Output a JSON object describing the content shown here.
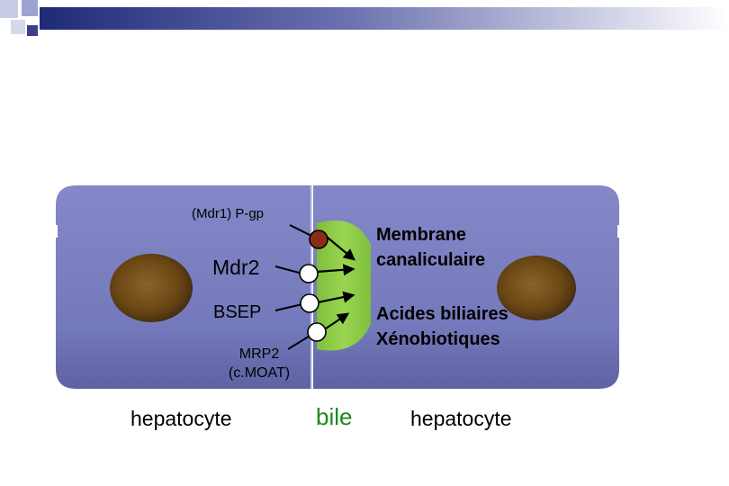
{
  "labels": {
    "pgp": "(Mdr1) P-gp",
    "mdr2": "Mdr2",
    "bsep": "BSEP",
    "mrp2_line1": "MRP2",
    "mrp2_line2": "(c.MOAT)",
    "membrane_line1": "Membrane",
    "membrane_line2": "canaliculaire",
    "acides_line1": "Acides biliaires",
    "acides_line2": "Xénobiotiques",
    "hepatocyte_left": "hepatocyte",
    "bile": "bile",
    "hepatocyte_right": "hepatocyte"
  },
  "colors": {
    "cell_fill": "#7f83c4",
    "cell_dark": "#6a6cae",
    "nucleus": "#6a4a1a",
    "canaliculus": "#92d050",
    "pgp_transporter": "#8b2c14",
    "transporter": "#ffffff",
    "bile_text": "#1a8a1a"
  },
  "deco": {
    "squares": [
      "square-1",
      "square-2",
      "square-3"
    ],
    "bar": "gradient-bar"
  }
}
